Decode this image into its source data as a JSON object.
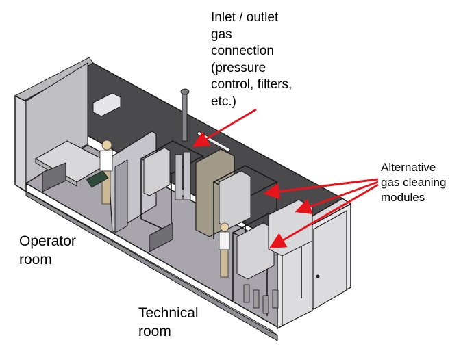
{
  "labels": {
    "inlet": [
      "Inlet / outlet",
      "gas",
      "connection",
      "(pressure",
      "control, filters,",
      "etc.)"
    ],
    "alternative": [
      "Alternative",
      "gas cleaning",
      "modules"
    ],
    "operator": [
      "Operator",
      "room"
    ],
    "technical": [
      "Technical",
      "room"
    ]
  },
  "colors": {
    "arrow": "#e8141c",
    "floor": "#a8a5ad",
    "wall_dark": "#4a4a4d",
    "wall_light": "#d6d6d8",
    "outline": "#1a1a1a",
    "cabinet": "#c9c9cb"
  }
}
